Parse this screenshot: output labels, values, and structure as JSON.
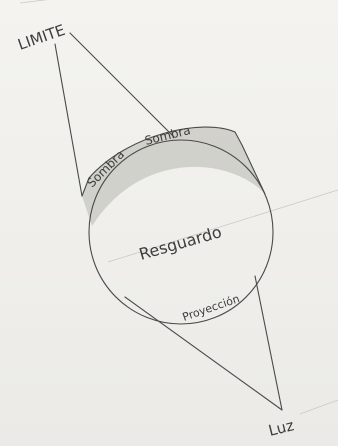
{
  "diagram": {
    "top_label": "LIMITE",
    "shadow_label_left": "Sombra",
    "shadow_label_right": "Sombra",
    "center_label": "Resguardo",
    "projection_label": "Proyección",
    "bottom_label": "Luz"
  },
  "colors": {
    "paper": "#f1f0ec",
    "pencil": "#4a4a4a",
    "shading": "#c9c9c3"
  }
}
